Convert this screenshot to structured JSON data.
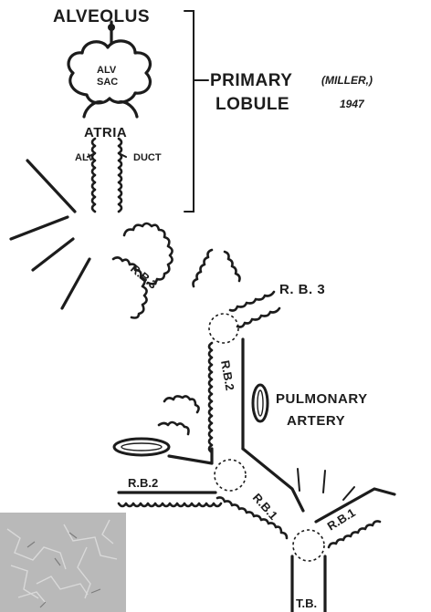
{
  "labels": {
    "alveolus": "ALVEOLUS",
    "alv_sac_1": "ALV",
    "alv_sac_2": "SAC",
    "atria": "ATRIA",
    "alv_duct_1": "ALV",
    "alv_duct_2": "DUCT",
    "primary_lobule_1": "PRIMARY",
    "primary_lobule_cite": "(MILLER,)",
    "primary_lobule_2": "LOBULE",
    "primary_lobule_year": "1947",
    "rb3_left": "R.B.3",
    "rb3_right": "R. B. 3",
    "rb2_vertical": "R.B.2",
    "pulmonary_1": "PULMONARY",
    "pulmonary_2": "ARTERY",
    "rb2_left": "R.B.2",
    "rb1_left": "R.B.1",
    "rb1_right": "R.B.1",
    "tb": "T.B."
  },
  "colors": {
    "ink": "#1c1c1c",
    "paper": "#ffffff",
    "micrograph": "#b8b8b8"
  }
}
